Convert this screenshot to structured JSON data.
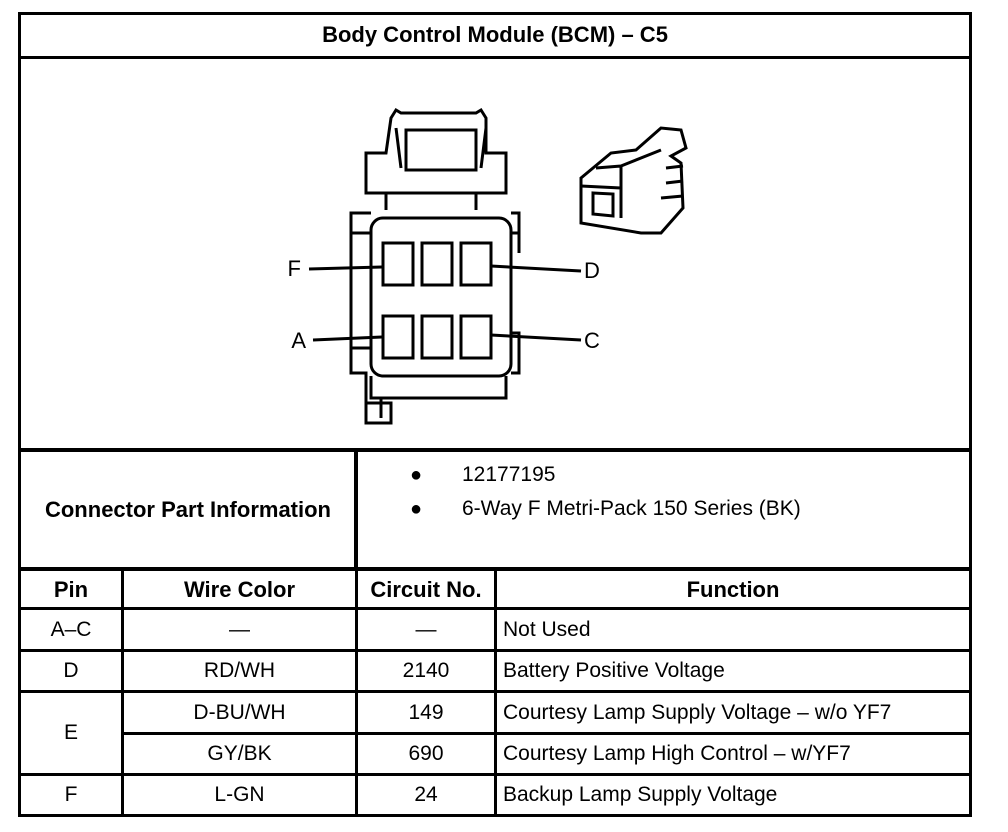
{
  "title": "Body Control Module (BCM) – C5",
  "diagram": {
    "pin_labels": {
      "F": "F",
      "D": "D",
      "A": "A",
      "C": "C"
    }
  },
  "connector_info": {
    "label": "Connector Part Information",
    "items": [
      "12177195",
      "6-Way F Metri-Pack 150 Series (BK)"
    ]
  },
  "table": {
    "headers": {
      "pin": "Pin",
      "wire": "Wire Color",
      "circuit": "Circuit No.",
      "function": "Function"
    },
    "rows": [
      {
        "pin": "A–C",
        "wire": "—",
        "circuit": "—",
        "function": "Not Used"
      },
      {
        "pin": "D",
        "wire": "RD/WH",
        "circuit": "2140",
        "function": "Battery Positive Voltage"
      },
      {
        "pin": "E",
        "wire": "D-BU/WH",
        "circuit": "149",
        "function": "Courtesy Lamp Supply Voltage – w/o YF7"
      },
      {
        "pin": "",
        "wire": "GY/BK",
        "circuit": "690",
        "function": "Courtesy Lamp High Control – w/YF7"
      },
      {
        "pin": "F",
        "wire": "L-GN",
        "circuit": "24",
        "function": "Backup Lamp Supply Voltage"
      }
    ]
  }
}
